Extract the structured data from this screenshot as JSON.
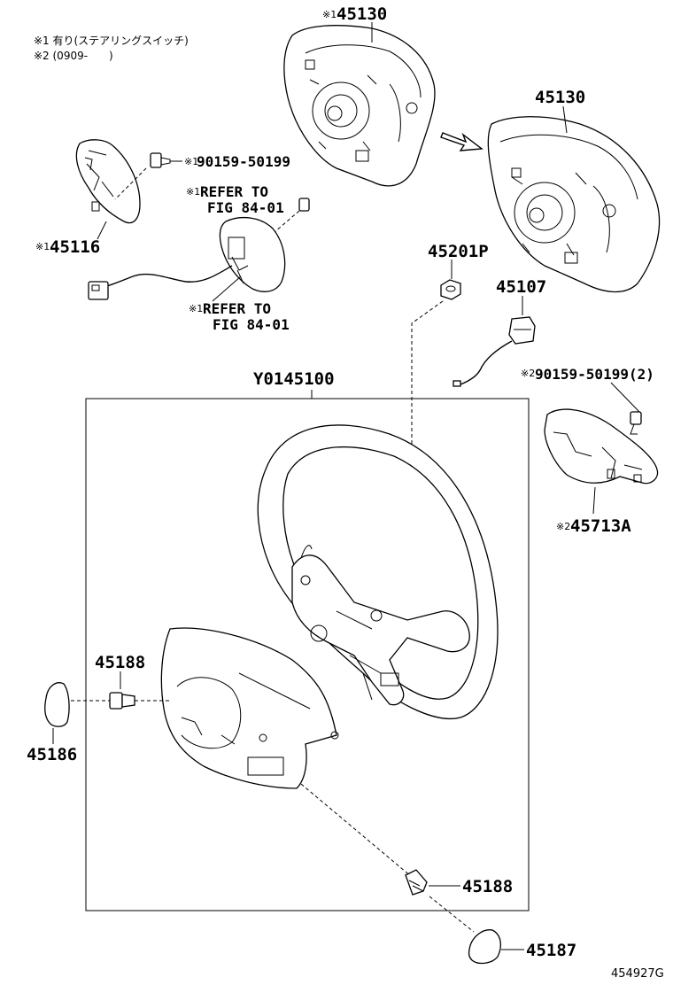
{
  "notes": {
    "note1": "※1 有り(ステアリングスイッチ)",
    "note2": "※2 (0909-　　)"
  },
  "labels": {
    "mark1": "※1",
    "mark2": "※2",
    "p45130_top": "45130",
    "p45130_right": "45130",
    "p90159_top": "90159-50199",
    "refer1_line1": "REFER TO",
    "refer1_line2": "FIG 84-01",
    "p45116": "45116",
    "refer2_line1": "REFER TO",
    "refer2_line2": "FIG 84-01",
    "p45201P": "45201P",
    "p45107": "45107",
    "p90159_right": "90159-50199(2)",
    "pY0145100": "Y0145100",
    "p45713A": "45713A",
    "p45188_left": "45188",
    "p45186": "45186",
    "p45188_bottom": "45188",
    "p45187": "45187",
    "figure_id": "454927G"
  },
  "icons": {
    "flow_arrow": "double-outline-arrow"
  }
}
